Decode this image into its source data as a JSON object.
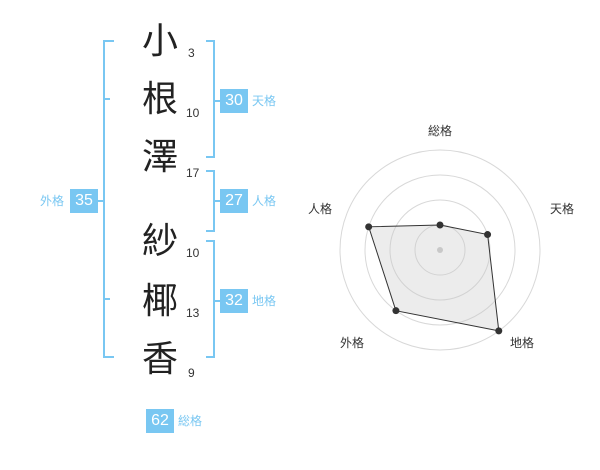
{
  "accent_color": "#79c7f2",
  "characters": [
    {
      "char": "小",
      "strokes": "3"
    },
    {
      "char": "根",
      "strokes": "10"
    },
    {
      "char": "澤",
      "strokes": "17"
    },
    {
      "char": "紗",
      "strokes": "10"
    },
    {
      "char": "椰",
      "strokes": "13"
    },
    {
      "char": "香",
      "strokes": "9"
    }
  ],
  "kakusu": {
    "tenkaku": {
      "value": "30",
      "label": "天格"
    },
    "jinkaku": {
      "value": "27",
      "label": "人格"
    },
    "chikaku": {
      "value": "32",
      "label": "地格"
    },
    "gaikaku": {
      "value": "35",
      "label": "外格"
    },
    "soukaku": {
      "value": "62",
      "label": "総格"
    }
  },
  "chart_data": {
    "type": "radar",
    "axes": [
      "総格",
      "天格",
      "地格",
      "外格",
      "人格"
    ],
    "values": [
      1,
      2,
      4,
      3,
      3
    ],
    "max": 4
  }
}
